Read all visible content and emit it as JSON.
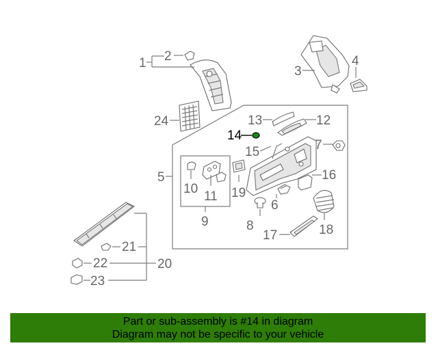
{
  "diagram": {
    "callouts": [
      "1",
      "2",
      "3",
      "4",
      "5",
      "6",
      "7",
      "8",
      "9",
      "10",
      "11",
      "12",
      "13",
      "14",
      "15",
      "16",
      "17",
      "18",
      "19",
      "20",
      "21",
      "22",
      "23",
      "24"
    ],
    "highlighted": "14",
    "highlight_color": "#1a8a1a"
  },
  "banner": {
    "line1": "Part or sub-assembly is #14 in diagram",
    "line2": "Diagram may not be specific to your vehicle",
    "background": "#2e7d08"
  }
}
